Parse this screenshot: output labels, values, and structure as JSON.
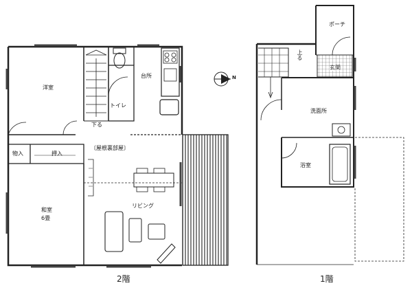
{
  "floor2": {
    "caption": "2階",
    "rooms": {
      "western": "洋室",
      "stairs_down": "下る",
      "toilet": "トイレ",
      "kitchen": "台所",
      "closet_small": "物入",
      "closet_oshiire": "押入",
      "attic": "〔屋根裏部屋〕",
      "japanese": "和室",
      "japanese_size": "6畳",
      "living": "リビング"
    }
  },
  "floor1": {
    "caption": "1階",
    "rooms": {
      "porch": "ポーチ",
      "stairs_up": "上る",
      "entrance": "玄関",
      "washroom": "洗面所",
      "bath": "浴室"
    }
  },
  "compass": {
    "label": "N"
  }
}
